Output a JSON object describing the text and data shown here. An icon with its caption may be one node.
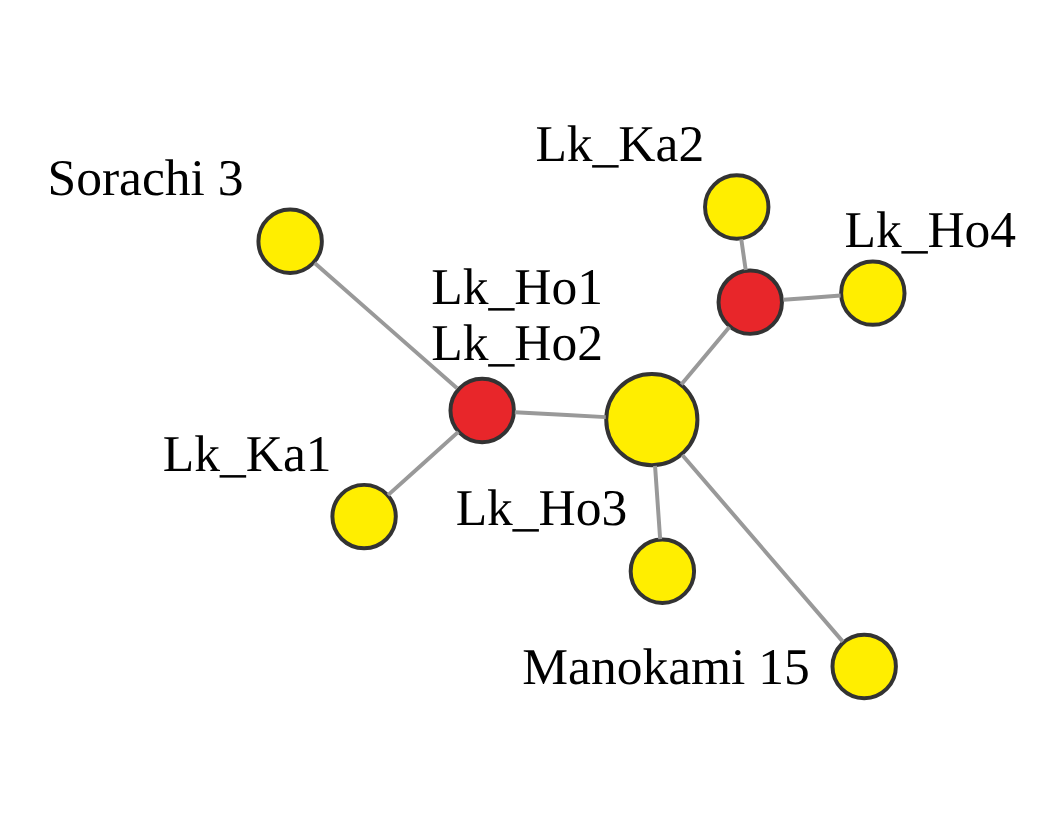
{
  "diagram": {
    "nodes": [
      {
        "text": [],
        "shape": "circle",
        "beside": [
          "Lk_Ka1"
        ]
      },
      {
        "text": [],
        "shape": "circle",
        "beside": [
          "Lk_Ho4"
        ]
      },
      {
        "text": [],
        "shape": "circle"
      },
      {
        "text": [],
        "shape": "circle",
        "beside": [
          "Sorachi 3"
        ]
      },
      {
        "text": [],
        "shape": "circle",
        "beside": [
          "Lk_Ka2"
        ]
      },
      {
        "text": [],
        "shape": "circle"
      },
      {
        "text": [],
        "shape": "circle",
        "beside": [
          "Lk_Ho1",
          "Lk_Ho2"
        ]
      },
      {
        "text": [],
        "shape": "circle",
        "beside": [
          "Manokami 15"
        ]
      },
      {
        "text": [],
        "shape": "circle",
        "beside": [
          "Lk_Ho3"
        ]
      }
    ],
    "edges": [
      {
        "from": 0,
        "to": 2,
        "arrow": "none"
      },
      {
        "from": 2,
        "to": 3,
        "arrow": "none"
      },
      {
        "from": 2,
        "to": 6,
        "arrow": "none"
      },
      {
        "from": 1,
        "to": 5,
        "arrow": "none"
      },
      {
        "from": 4,
        "to": 5,
        "arrow": "none"
      },
      {
        "from": 5,
        "to": 6,
        "arrow": "none"
      },
      {
        "from": 6,
        "to": 7,
        "arrow": "none"
      },
      {
        "from": 6,
        "to": 8,
        "arrow": "none"
      }
    ]
  }
}
